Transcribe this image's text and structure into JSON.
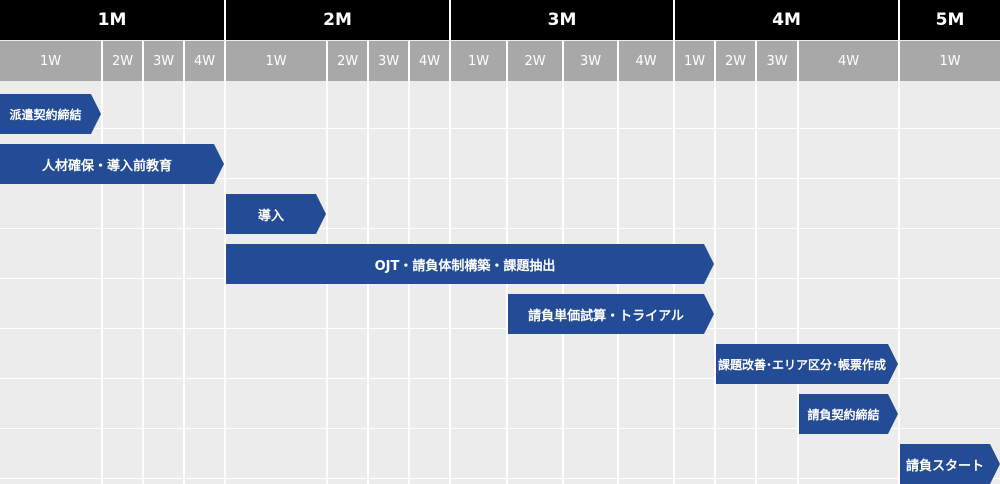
{
  "months": [
    {
      "label": "1M",
      "weeks": [
        "1W",
        "2W",
        "3W",
        "4W"
      ]
    },
    {
      "label": "2M",
      "weeks": [
        "1W",
        "2W",
        "3W",
        "4W"
      ]
    },
    {
      "label": "3M",
      "weeks": [
        "1W",
        "2W",
        "3W",
        "4W"
      ]
    },
    {
      "label": "4M",
      "weeks": [
        "1W",
        "2W",
        "3W",
        "4W"
      ]
    },
    {
      "label": "5M",
      "weeks": [
        "1W"
      ]
    }
  ],
  "tasks": [
    {
      "label": "派遣契約締結"
    },
    {
      "label": "人材確保・導入前教育"
    },
    {
      "label": "導入"
    },
    {
      "label": "OJT・請負体制構築・課題抽出"
    },
    {
      "label": "請負単価試算・トライアル"
    },
    {
      "label": "課題改善･エリア区分･帳票作成"
    },
    {
      "label": "請負契約締結"
    },
    {
      "label": "請負スタート"
    }
  ],
  "colors": {
    "month_header": "#000000",
    "week_header": "#a8a8a8",
    "task_bar": "#244b96",
    "background": "#ececec"
  }
}
